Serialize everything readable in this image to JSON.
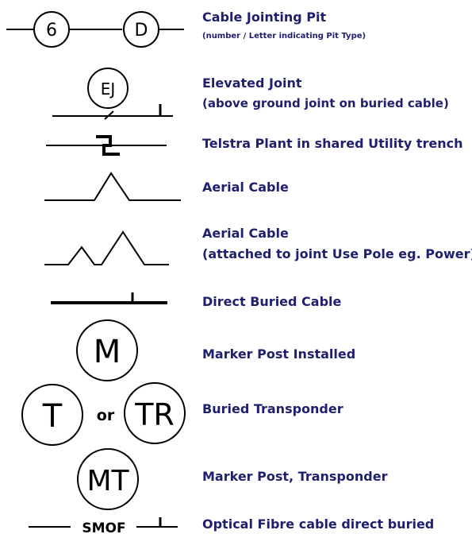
{
  "legend": [
    {
      "id": "cable-jointing-pit",
      "label": "Cable Jointing Pit",
      "note": "(number / Letter indicating Pit Type)"
    },
    {
      "id": "elevated-joint",
      "label": "Elevated Joint",
      "note": "(above ground joint on buried cable)"
    },
    {
      "id": "telstra-plant",
      "label": "Telstra Plant in shared Utility trench"
    },
    {
      "id": "aerial-cable",
      "label": "Aerial Cable"
    },
    {
      "id": "aerial-cable-joint-use",
      "label": "Aerial Cable",
      "note": "(attached to joint Use Pole eg. Power)"
    },
    {
      "id": "direct-buried-cable",
      "label": "Direct Buried Cable"
    },
    {
      "id": "marker-post",
      "label": "Marker Post Installed"
    },
    {
      "id": "buried-transponder",
      "label": "Buried Transponder"
    },
    {
      "id": "marker-post-transponder",
      "label": "Marker Post, Transponder"
    },
    {
      "id": "optical-fibre-direct-buried",
      "label": "Optical Fibre cable direct buried"
    }
  ],
  "symbols": {
    "pit_number": "6",
    "pit_letter": "D",
    "elevated_joint": "EJ",
    "marker": "M",
    "transponder": "T",
    "or": "or",
    "transponder_alt": "TR",
    "marker_transponder": "MT",
    "fibre_code": "SMOF"
  },
  "colors": {
    "text": "#1f1f6e",
    "symbol": "#000000"
  }
}
